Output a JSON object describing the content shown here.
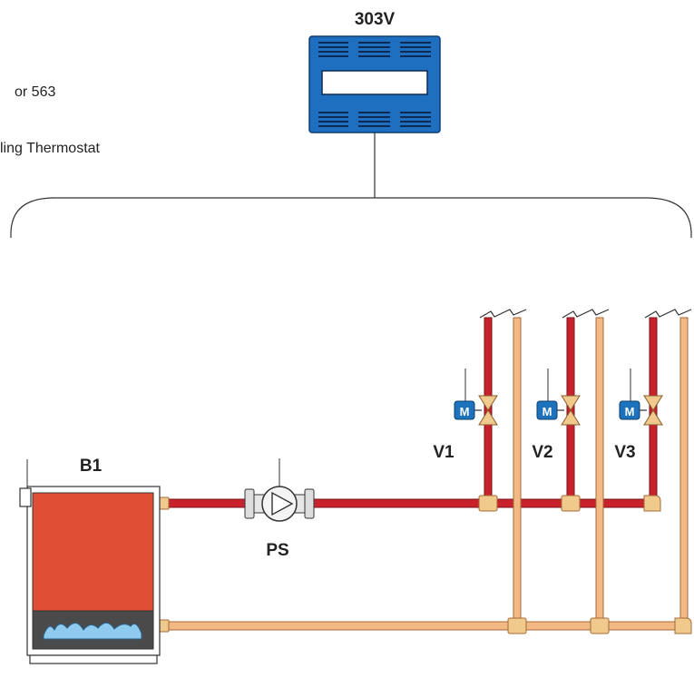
{
  "controller": {
    "label": "303V"
  },
  "notes": {
    "line1": "or 563",
    "line2": "ling Thermostat"
  },
  "boiler": {
    "label": "B1"
  },
  "pump": {
    "label": "PS"
  },
  "valves": [
    {
      "label": "V1",
      "motor_label": "M"
    },
    {
      "label": "V2",
      "motor_label": "M"
    },
    {
      "label": "V3",
      "motor_label": "M"
    }
  ],
  "colors": {
    "supply_pipe": "#c8232c",
    "return_pipe": "#f3b985",
    "boiler_fill": "#e04e36",
    "boiler_water": "#8fcbef",
    "boiler_base": "#4a4a4a",
    "controller_blue": "#1f6fc0",
    "motor_blue": "#1c72bd",
    "fitting": "#f0c98c"
  },
  "icons": {
    "controller": "controller-icon",
    "pump": "circulator-pump-icon",
    "valve": "zone-valve-icon",
    "motor": "motor-actuator-icon",
    "flame": "flame-icon"
  }
}
